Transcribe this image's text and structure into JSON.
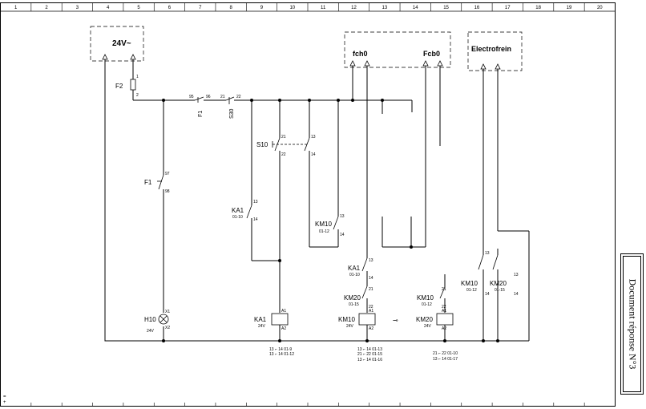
{
  "grid": {
    "columns": [
      "1",
      "2",
      "3",
      "4",
      "5",
      "6",
      "7",
      "8",
      "9",
      "10",
      "11",
      "12",
      "13",
      "14",
      "15",
      "16",
      "17",
      "18",
      "19",
      "20"
    ]
  },
  "sources": {
    "supply": "24V~",
    "fch": "fch0",
    "fcb": "Fcb0",
    "brake": "Electrofrein"
  },
  "fuse_f2": {
    "label": "F2",
    "t1": "1",
    "t2": "2"
  },
  "f1_top": {
    "label": "F1",
    "t1": "95",
    "t2": "96"
  },
  "s30": {
    "label": "S30",
    "t1": "21",
    "t2": "22"
  },
  "f1_mid": {
    "label": "F1",
    "t1": "97",
    "t2": "98"
  },
  "s10": {
    "label": "S10",
    "nc1": "21",
    "nc2": "22",
    "no1": "13",
    "no2": "14"
  },
  "ka1_contact": {
    "label": "KA1",
    "ref": "01-10",
    "t1": "13",
    "t2": "14"
  },
  "km10_contact": {
    "label": "KM10",
    "ref": "01-12",
    "t1": "13",
    "t2": "14"
  },
  "ka1_contact2": {
    "label": "KA1",
    "ref": "01-10",
    "t1": "13",
    "t2": "14"
  },
  "km20_contact": {
    "label": "KM20",
    "ref": "01-15",
    "t1": "21",
    "t2": "22"
  },
  "km10_contact2": {
    "label": "KM10",
    "ref": "01-12",
    "t1": "21",
    "t2": "22"
  },
  "km10_brake": {
    "label": "KM10",
    "ref": "01-12",
    "t1": "13",
    "t2": "14"
  },
  "km20_brake": {
    "label": "KM20",
    "ref": "01-15",
    "t1": "13",
    "t2": "14"
  },
  "h10": {
    "label": "H10",
    "volt": "24V",
    "t1": "X1",
    "t2": "X2"
  },
  "ka1_coil": {
    "label": "KA1",
    "volt": "24V",
    "a1": "A1",
    "a2": "A2"
  },
  "km10_coil": {
    "label": "KM10",
    "volt": "24V",
    "a1": "A1",
    "a2": "A2"
  },
  "km20_coil": {
    "label": "KM20",
    "volt": "24V",
    "a1": "A1",
    "a2": "A2"
  },
  "xref": {
    "ka1": [
      "13 ⌐ 14 01-9",
      "13 ⌐ 14 01-12"
    ],
    "km10": [
      "13 ⌐ 14 01-13",
      "21 ⌐ 22 01-15",
      "13 ⌐ 14 01-16"
    ],
    "km20": [
      "21 ⌐ 22 01-10",
      "13 ⌐ 14 01-17"
    ]
  },
  "doc_ref": "Document réponse N°3"
}
